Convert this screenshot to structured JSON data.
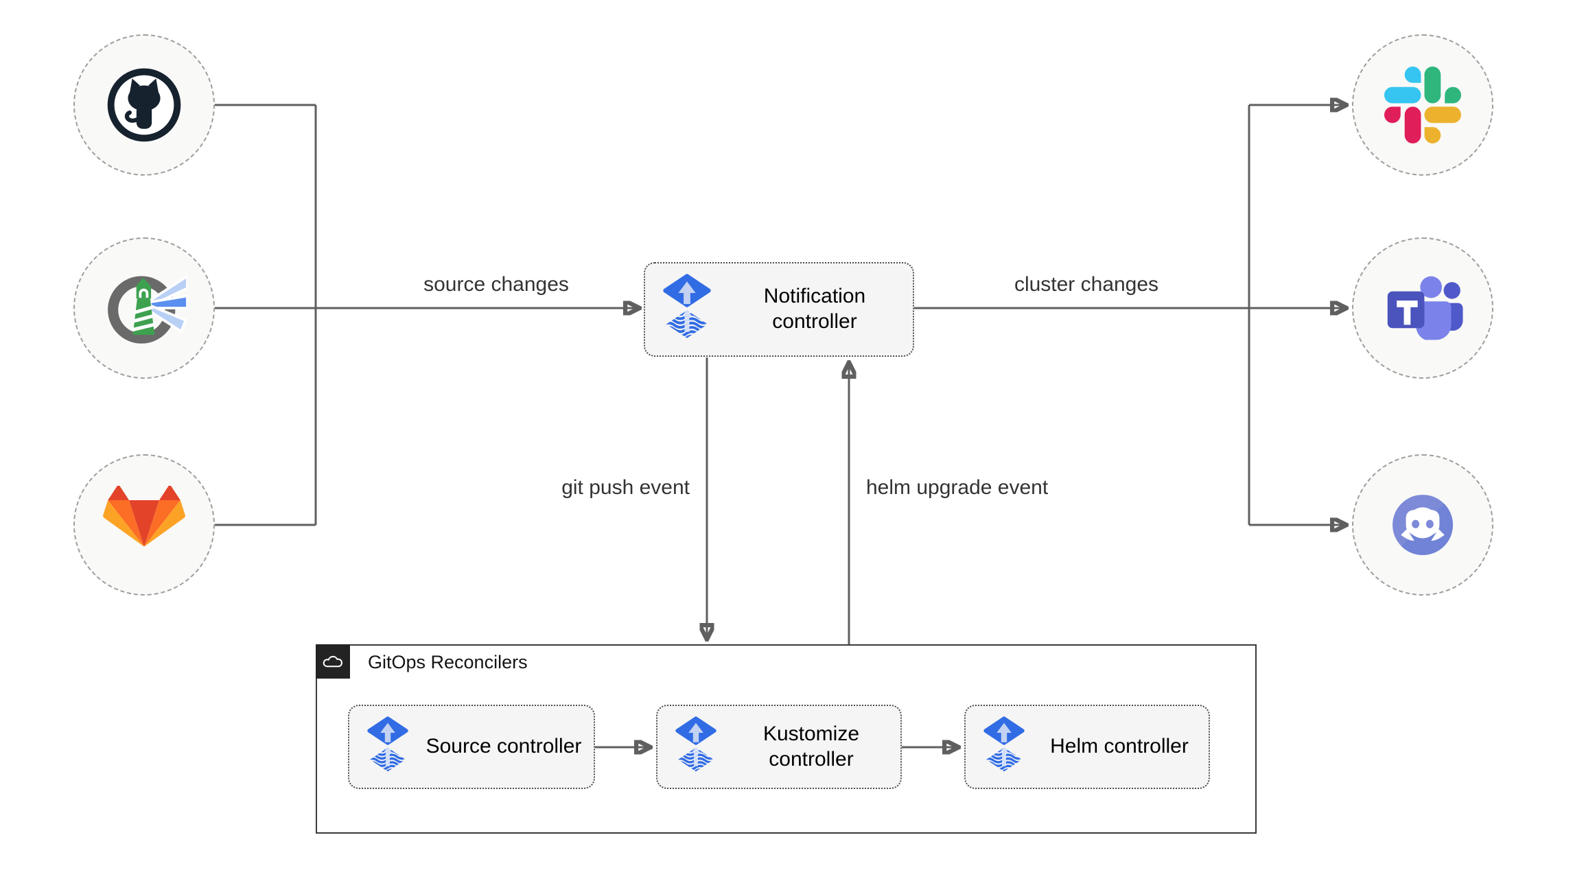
{
  "diagram": {
    "title_hint": "Flux notification controller GitOps flow",
    "sources": [
      {
        "id": "github",
        "icon": "github-icon"
      },
      {
        "id": "harbor",
        "icon": "harbor-icon"
      },
      {
        "id": "gitlab",
        "icon": "gitlab-icon"
      }
    ],
    "targets": [
      {
        "id": "slack",
        "icon": "slack-icon"
      },
      {
        "id": "teams",
        "icon": "microsoft-teams-icon"
      },
      {
        "id": "discord",
        "icon": "discord-icon"
      }
    ],
    "notification_controller": {
      "label": "Notification controller",
      "icon": "flux-icon"
    },
    "edges": {
      "source_changes": "source changes",
      "cluster_changes": "cluster changes",
      "git_push_event": "git push event",
      "helm_upgrade_event": "helm upgrade event"
    },
    "reconcilers": {
      "label": "GitOps Reconcilers",
      "icon": "cloud-icon",
      "controllers": [
        {
          "label": "Source controller",
          "icon": "flux-icon"
        },
        {
          "label": "Kustomize controller",
          "icon": "flux-icon"
        },
        {
          "label": "Helm controller",
          "icon": "flux-icon"
        }
      ]
    },
    "colors": {
      "flux_blue": "#316CE4",
      "flux_light": "#c3d2f2",
      "wire": "#5f5f5f",
      "node_fill": "#f5f5f5",
      "circle_fill": "#f9f9f7",
      "slack": [
        "#36C5F0",
        "#2EB67D",
        "#ECB22E",
        "#E01E5A"
      ],
      "gitlab": [
        "#e24329",
        "#fc6d26",
        "#fca326"
      ],
      "teams": [
        "#4b53bc",
        "#7b83eb",
        "#5059c9"
      ],
      "discord": "#7d8ad8",
      "harbor_green": "#3da14f",
      "github_dark": "#16222e"
    }
  }
}
